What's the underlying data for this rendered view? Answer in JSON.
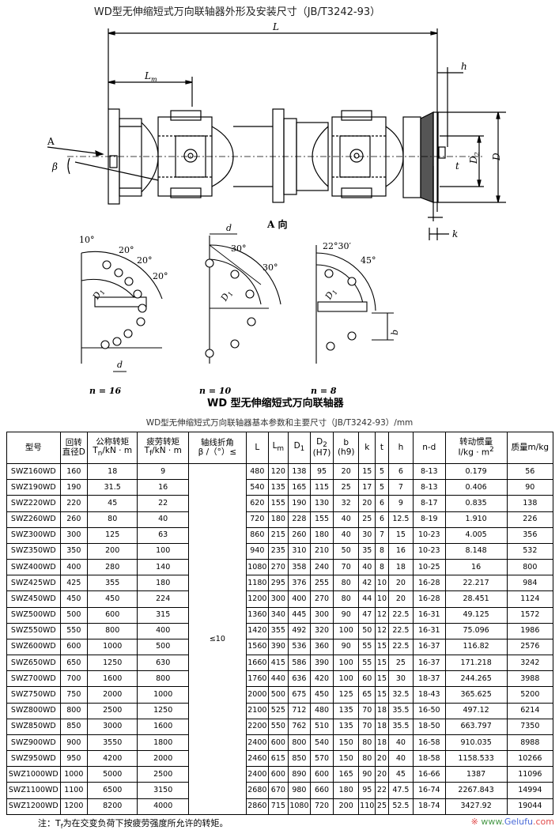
{
  "title": "WD型无伸缩短式万向联轴器外形及安装尺寸（JB/T3242-93）",
  "drawing": {
    "L": "L",
    "Lm": "L",
    "Lm_sub": "m",
    "h": "h",
    "A": "A",
    "beta": "β",
    "D2": "D",
    "D2_sub": "2",
    "D": "D",
    "t": "t",
    "k": "k",
    "a_view": "A 向",
    "flange1": {
      "a1": "10°",
      "a2": "20°",
      "a3": "20°",
      "a4": "20°",
      "D1": "D",
      "D1_sub": "1",
      "d": "d",
      "n": "n = 16"
    },
    "flange2": {
      "d_top": "d",
      "a1": "30°",
      "a2": "30°",
      "D1": "D",
      "D1_sub": "1",
      "n": "n = 10"
    },
    "flange3": {
      "a1": "22°30′",
      "a2": "45°",
      "D1": "D",
      "D1_sub": "1",
      "b": "b",
      "n": "n = 8"
    },
    "drawing_title": "WD 型无伸缩短式万向联轴器"
  },
  "table_caption": "WD型无伸缩短式万向联轴器基本参数和主要尺寸（JB/T3242-93）/mm",
  "headers": {
    "model": "型号",
    "gyration1": "回转",
    "gyration2": "直径D",
    "nominal1": "公称转矩",
    "nominal2": "T",
    "nominal2_sub": "n",
    "nominal2_unit": "/kN · m",
    "fatigue1": "疲劳转矩",
    "fatigue2": "T",
    "fatigue2_sub": "f",
    "fatigue2_unit": "/kN · m",
    "angle1": "轴线折角",
    "angle2": "β /（°）≤",
    "L": "L",
    "Lm": "L",
    "Lm_sub": "m",
    "D1": "D",
    "D1_sub": "1",
    "D2": "D",
    "D2_sub": "2",
    "D2_fit": "(H7)",
    "b": "b",
    "b_fit": "(h9)",
    "k": "k",
    "t": "t",
    "h": "h",
    "nd": "n-d",
    "inertia1": "转动惯量",
    "inertia2": "I/kg · m",
    "inertia2_sup": "2",
    "mass": "质量m/kg"
  },
  "angle_value": "≤10",
  "rows": [
    [
      "SWZ160WD",
      "160",
      "18",
      "9",
      "480",
      "120",
      "138",
      "95",
      "20",
      "15",
      "5",
      "6",
      "8-13",
      "0.179",
      "56"
    ],
    [
      "SWZ190WD",
      "190",
      "31.5",
      "16",
      "540",
      "135",
      "165",
      "115",
      "25",
      "17",
      "5",
      "7",
      "8-13",
      "0.406",
      "90"
    ],
    [
      "SWZ220WD",
      "220",
      "45",
      "22",
      "620",
      "155",
      "190",
      "130",
      "32",
      "20",
      "6",
      "9",
      "8-17",
      "0.835",
      "138"
    ],
    [
      "SWZ260WD",
      "260",
      "80",
      "40",
      "720",
      "180",
      "228",
      "155",
      "40",
      "25",
      "6",
      "12.5",
      "8-19",
      "1.910",
      "226"
    ],
    [
      "SWZ300WD",
      "300",
      "125",
      "63",
      "860",
      "215",
      "260",
      "180",
      "40",
      "30",
      "7",
      "15",
      "10-23",
      "4.005",
      "356"
    ],
    [
      "SWZ350WD",
      "350",
      "200",
      "100",
      "940",
      "235",
      "310",
      "210",
      "50",
      "35",
      "8",
      "16",
      "10-23",
      "8.148",
      "532"
    ],
    [
      "SWZ400WD",
      "400",
      "280",
      "140",
      "1080",
      "270",
      "358",
      "240",
      "70",
      "40",
      "8",
      "18",
      "10-25",
      "16",
      "800"
    ],
    [
      "SWZ425WD",
      "425",
      "355",
      "180",
      "1180",
      "295",
      "376",
      "255",
      "80",
      "42",
      "10",
      "20",
      "16-28",
      "22.217",
      "984"
    ],
    [
      "SWZ450WD",
      "450",
      "450",
      "224",
      "1200",
      "300",
      "400",
      "270",
      "80",
      "44",
      "10",
      "20",
      "16-28",
      "28.451",
      "1124"
    ],
    [
      "SWZ500WD",
      "500",
      "600",
      "315",
      "1360",
      "340",
      "445",
      "300",
      "90",
      "47",
      "12",
      "22.5",
      "16-31",
      "49.125",
      "1572"
    ],
    [
      "SWZ550WD",
      "550",
      "800",
      "400",
      "1420",
      "355",
      "492",
      "320",
      "100",
      "50",
      "12",
      "22.5",
      "16-31",
      "75.096",
      "1986"
    ],
    [
      "SWZ600WD",
      "600",
      "1000",
      "500",
      "1560",
      "390",
      "536",
      "360",
      "90",
      "55",
      "15",
      "22.5",
      "16-37",
      "116.82",
      "2576"
    ],
    [
      "SWZ650WD",
      "650",
      "1250",
      "630",
      "1660",
      "415",
      "586",
      "390",
      "100",
      "55",
      "15",
      "25",
      "16-37",
      "171.218",
      "3242"
    ],
    [
      "SWZ700WD",
      "700",
      "1600",
      "800",
      "1760",
      "440",
      "636",
      "420",
      "100",
      "60",
      "15",
      "30",
      "18-37",
      "244.265",
      "3988"
    ],
    [
      "SWZ750WD",
      "750",
      "2000",
      "1000",
      "2000",
      "500",
      "675",
      "450",
      "125",
      "65",
      "15",
      "32.5",
      "18-43",
      "365.625",
      "5200"
    ],
    [
      "SWZ800WD",
      "800",
      "2500",
      "1250",
      "2100",
      "525",
      "712",
      "480",
      "135",
      "70",
      "18",
      "35.5",
      "16-50",
      "497.12",
      "6214"
    ],
    [
      "SWZ850WD",
      "850",
      "3000",
      "1600",
      "2200",
      "550",
      "762",
      "510",
      "135",
      "70",
      "18",
      "35.5",
      "18-50",
      "663.797",
      "7350"
    ],
    [
      "SWZ900WD",
      "900",
      "3550",
      "1800",
      "2400",
      "600",
      "800",
      "540",
      "150",
      "80",
      "18",
      "40",
      "16-58",
      "910.035",
      "8988"
    ],
    [
      "SWZ950WD",
      "950",
      "4200",
      "2000",
      "2460",
      "615",
      "850",
      "570",
      "150",
      "80",
      "20",
      "40",
      "18-58",
      "1158.533",
      "10266"
    ],
    [
      "SWZ1000WD",
      "1000",
      "5000",
      "2500",
      "2400",
      "600",
      "890",
      "600",
      "165",
      "90",
      "20",
      "45",
      "16-66",
      "1387",
      "11096"
    ],
    [
      "SWZ1100WD",
      "1100",
      "6500",
      "3150",
      "2680",
      "670",
      "980",
      "660",
      "180",
      "95",
      "22",
      "47.5",
      "16-74",
      "2267.843",
      "14994"
    ],
    [
      "SWZ1200WD",
      "1200",
      "8200",
      "4000",
      "2860",
      "715",
      "1080",
      "720",
      "200",
      "110",
      "25",
      "52.5",
      "18-74",
      "3427.92",
      "19044"
    ]
  ],
  "note": {
    "prefix": "注：T",
    "sub": "f",
    "text": "为在交变负荷下按疲劳强度所允许的转矩。"
  },
  "watermark": {
    "part1": "※",
    "part2": "www.",
    "part3": "Gelufu",
    "part4": ".com"
  }
}
